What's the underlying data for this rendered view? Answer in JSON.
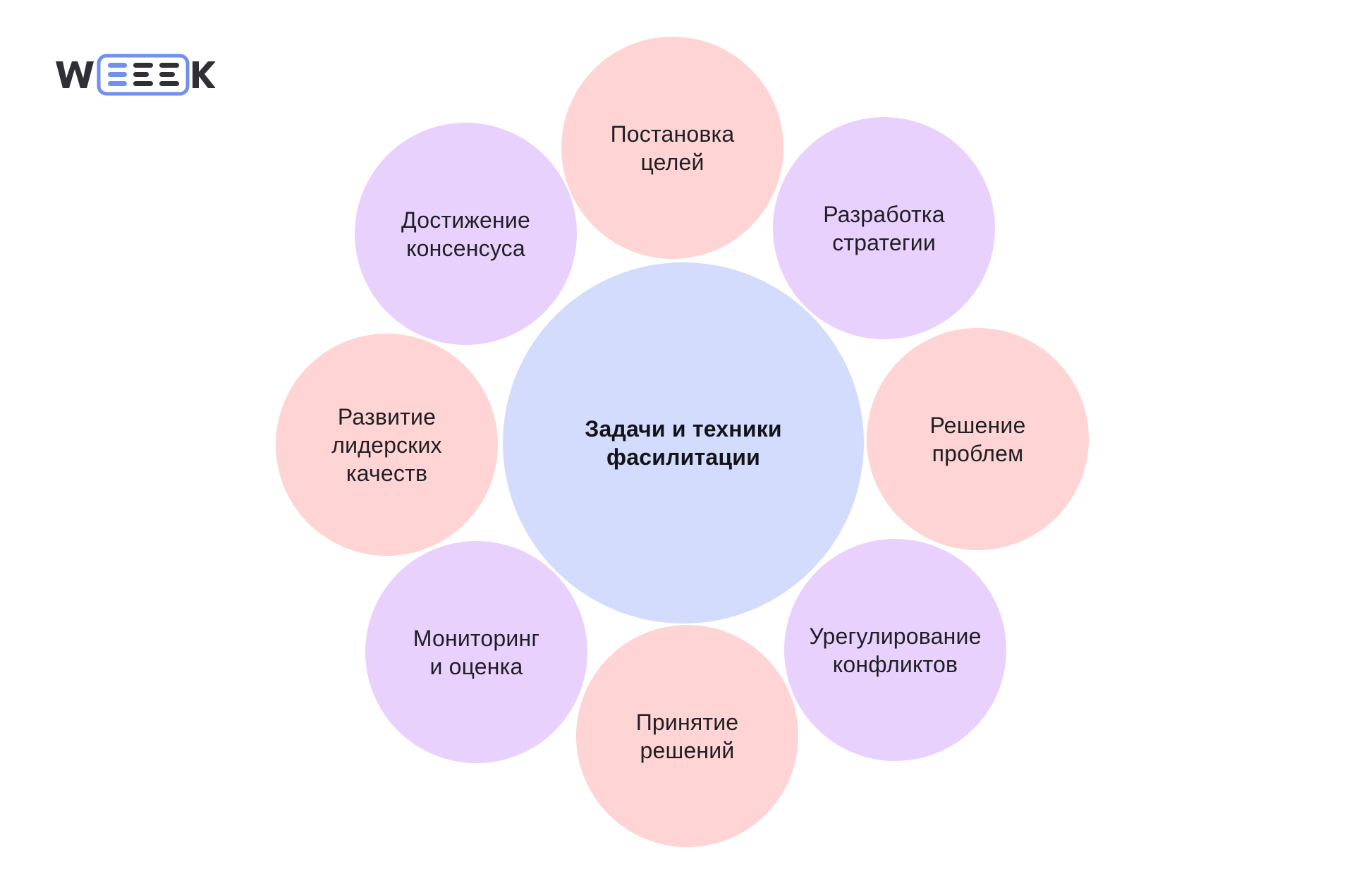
{
  "brand": {
    "logo_text": "WEEEK",
    "colors": {
      "logo_dark": "#2f2f35",
      "logo_accent": "#6f8ff3"
    }
  },
  "diagram": {
    "center": {
      "line1": "Задачи и техники",
      "line2": "фасилитации"
    },
    "nodes": {
      "goals": {
        "line1": "Постановка",
        "line2": "целей"
      },
      "strategy": {
        "line1": "Разработка",
        "line2": "стратегии"
      },
      "problems": {
        "line1": "Решение",
        "line2": "проблем"
      },
      "conflicts": {
        "line1": "Урегулирование",
        "line2": "конфликтов"
      },
      "decisions": {
        "line1": "Принятие",
        "line2": "решений"
      },
      "monitor": {
        "line1": "Мониторинг",
        "line2": "и оценка"
      },
      "leader": {
        "line1": "Развитие",
        "line2": "лидерских",
        "line3": "качеств"
      },
      "consensus": {
        "line1": "Достижение",
        "line2": "консенсуса"
      }
    },
    "colors": {
      "pink": "#fed4d4",
      "lilac": "#e9d1fd",
      "center": "#d4dcfe"
    }
  }
}
